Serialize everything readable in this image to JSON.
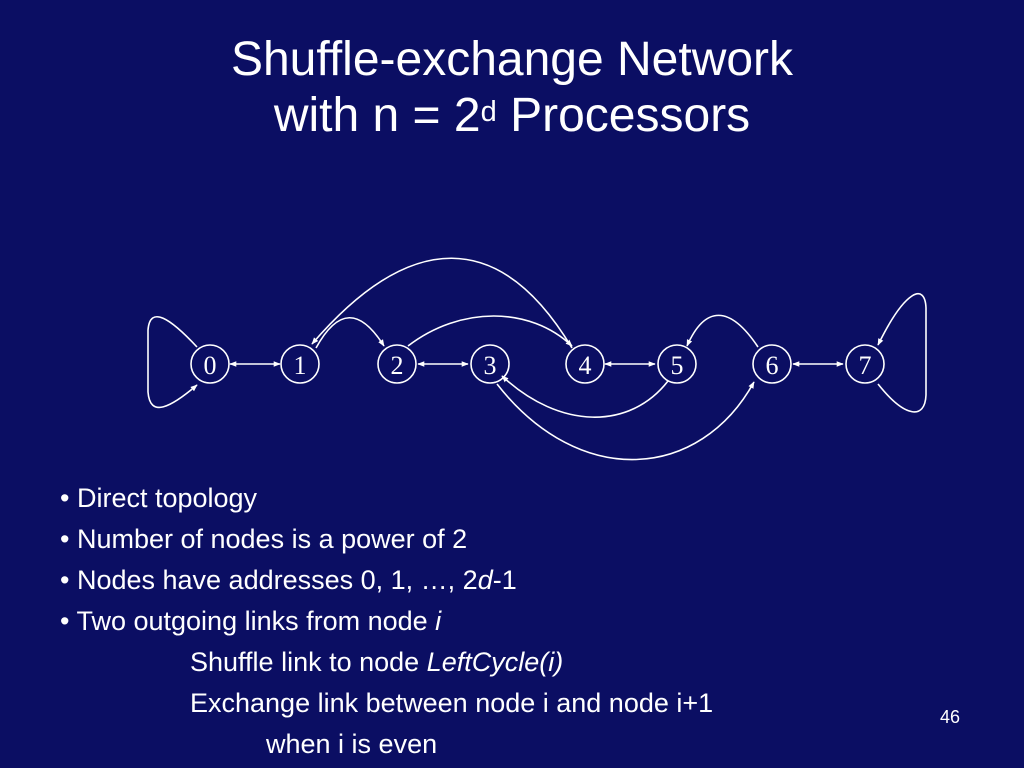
{
  "title": {
    "line1": "Shuffle-exchange Network",
    "line2_before": "with n = 2",
    "line2_sup": "d",
    "line2_after": " Processors"
  },
  "nodes": [
    "0",
    "1",
    "2",
    "3",
    "4",
    "5",
    "6",
    "7"
  ],
  "bullets": {
    "b1": "• Direct topology",
    "b2": "• Number of nodes is a power of 2",
    "b3_before": "• Nodes have addresses 0, 1, …, 2",
    "b3_italic": "d",
    "b3_after": "-1",
    "b4_before": "• Two outgoing links from node ",
    "b4_italic": "i",
    "b5_before": "Shuffle link to node ",
    "b5_italic": "LeftCycle(i)",
    "b6": "Exchange link between node i and node i+1",
    "b7": "when i is even"
  },
  "page_number": "46"
}
